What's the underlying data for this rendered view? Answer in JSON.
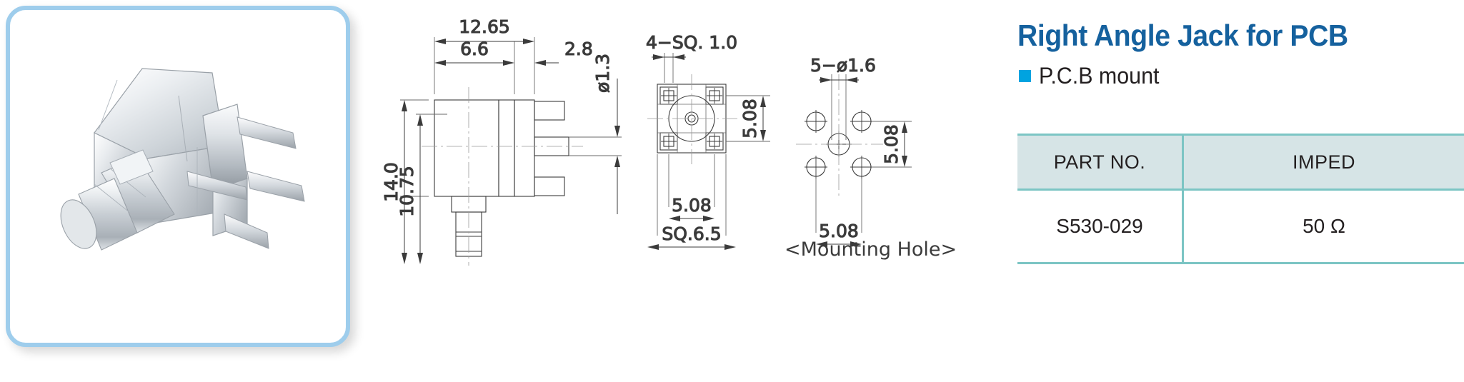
{
  "product_photo": {
    "alt_name": "right-angle-pcb-jack-connector",
    "frame_border_color": "#9ecdec",
    "body_color": "#d8dde2"
  },
  "info": {
    "title": "Right Angle Jack for PCB",
    "feature_bullet_color": "#00a3e0",
    "feature_label": "P.C.B mount",
    "title_color": "#15619e"
  },
  "table": {
    "border_color": "#7cc5c4",
    "header_bg": "#d6e4e6",
    "headers": [
      "PART NO.",
      "IMPED"
    ],
    "rows": [
      {
        "part_no": "S530-029",
        "imped": "50 Ω"
      }
    ]
  },
  "drawing": {
    "side_view": {
      "dim_overall_width": "12.65",
      "dim_body_width": "6.6",
      "dim_tail": "2.8",
      "dim_pin_dia": "ø1.3",
      "dim_overall_height": "14.0",
      "dim_body_height": "10.75"
    },
    "front_view": {
      "pin_note": "4−SQ.  1.0",
      "dim_vertical_pitch": "5.08",
      "dim_horizontal_pitch": "5.08",
      "dim_body_square": "SQ.6.5"
    },
    "mounting_hole_view": {
      "hole_note": "5−ø1.6",
      "dim_vertical_pitch": "5.08",
      "dim_horizontal_pitch": "5.08",
      "caption": "<Mounting  Hole>"
    }
  }
}
